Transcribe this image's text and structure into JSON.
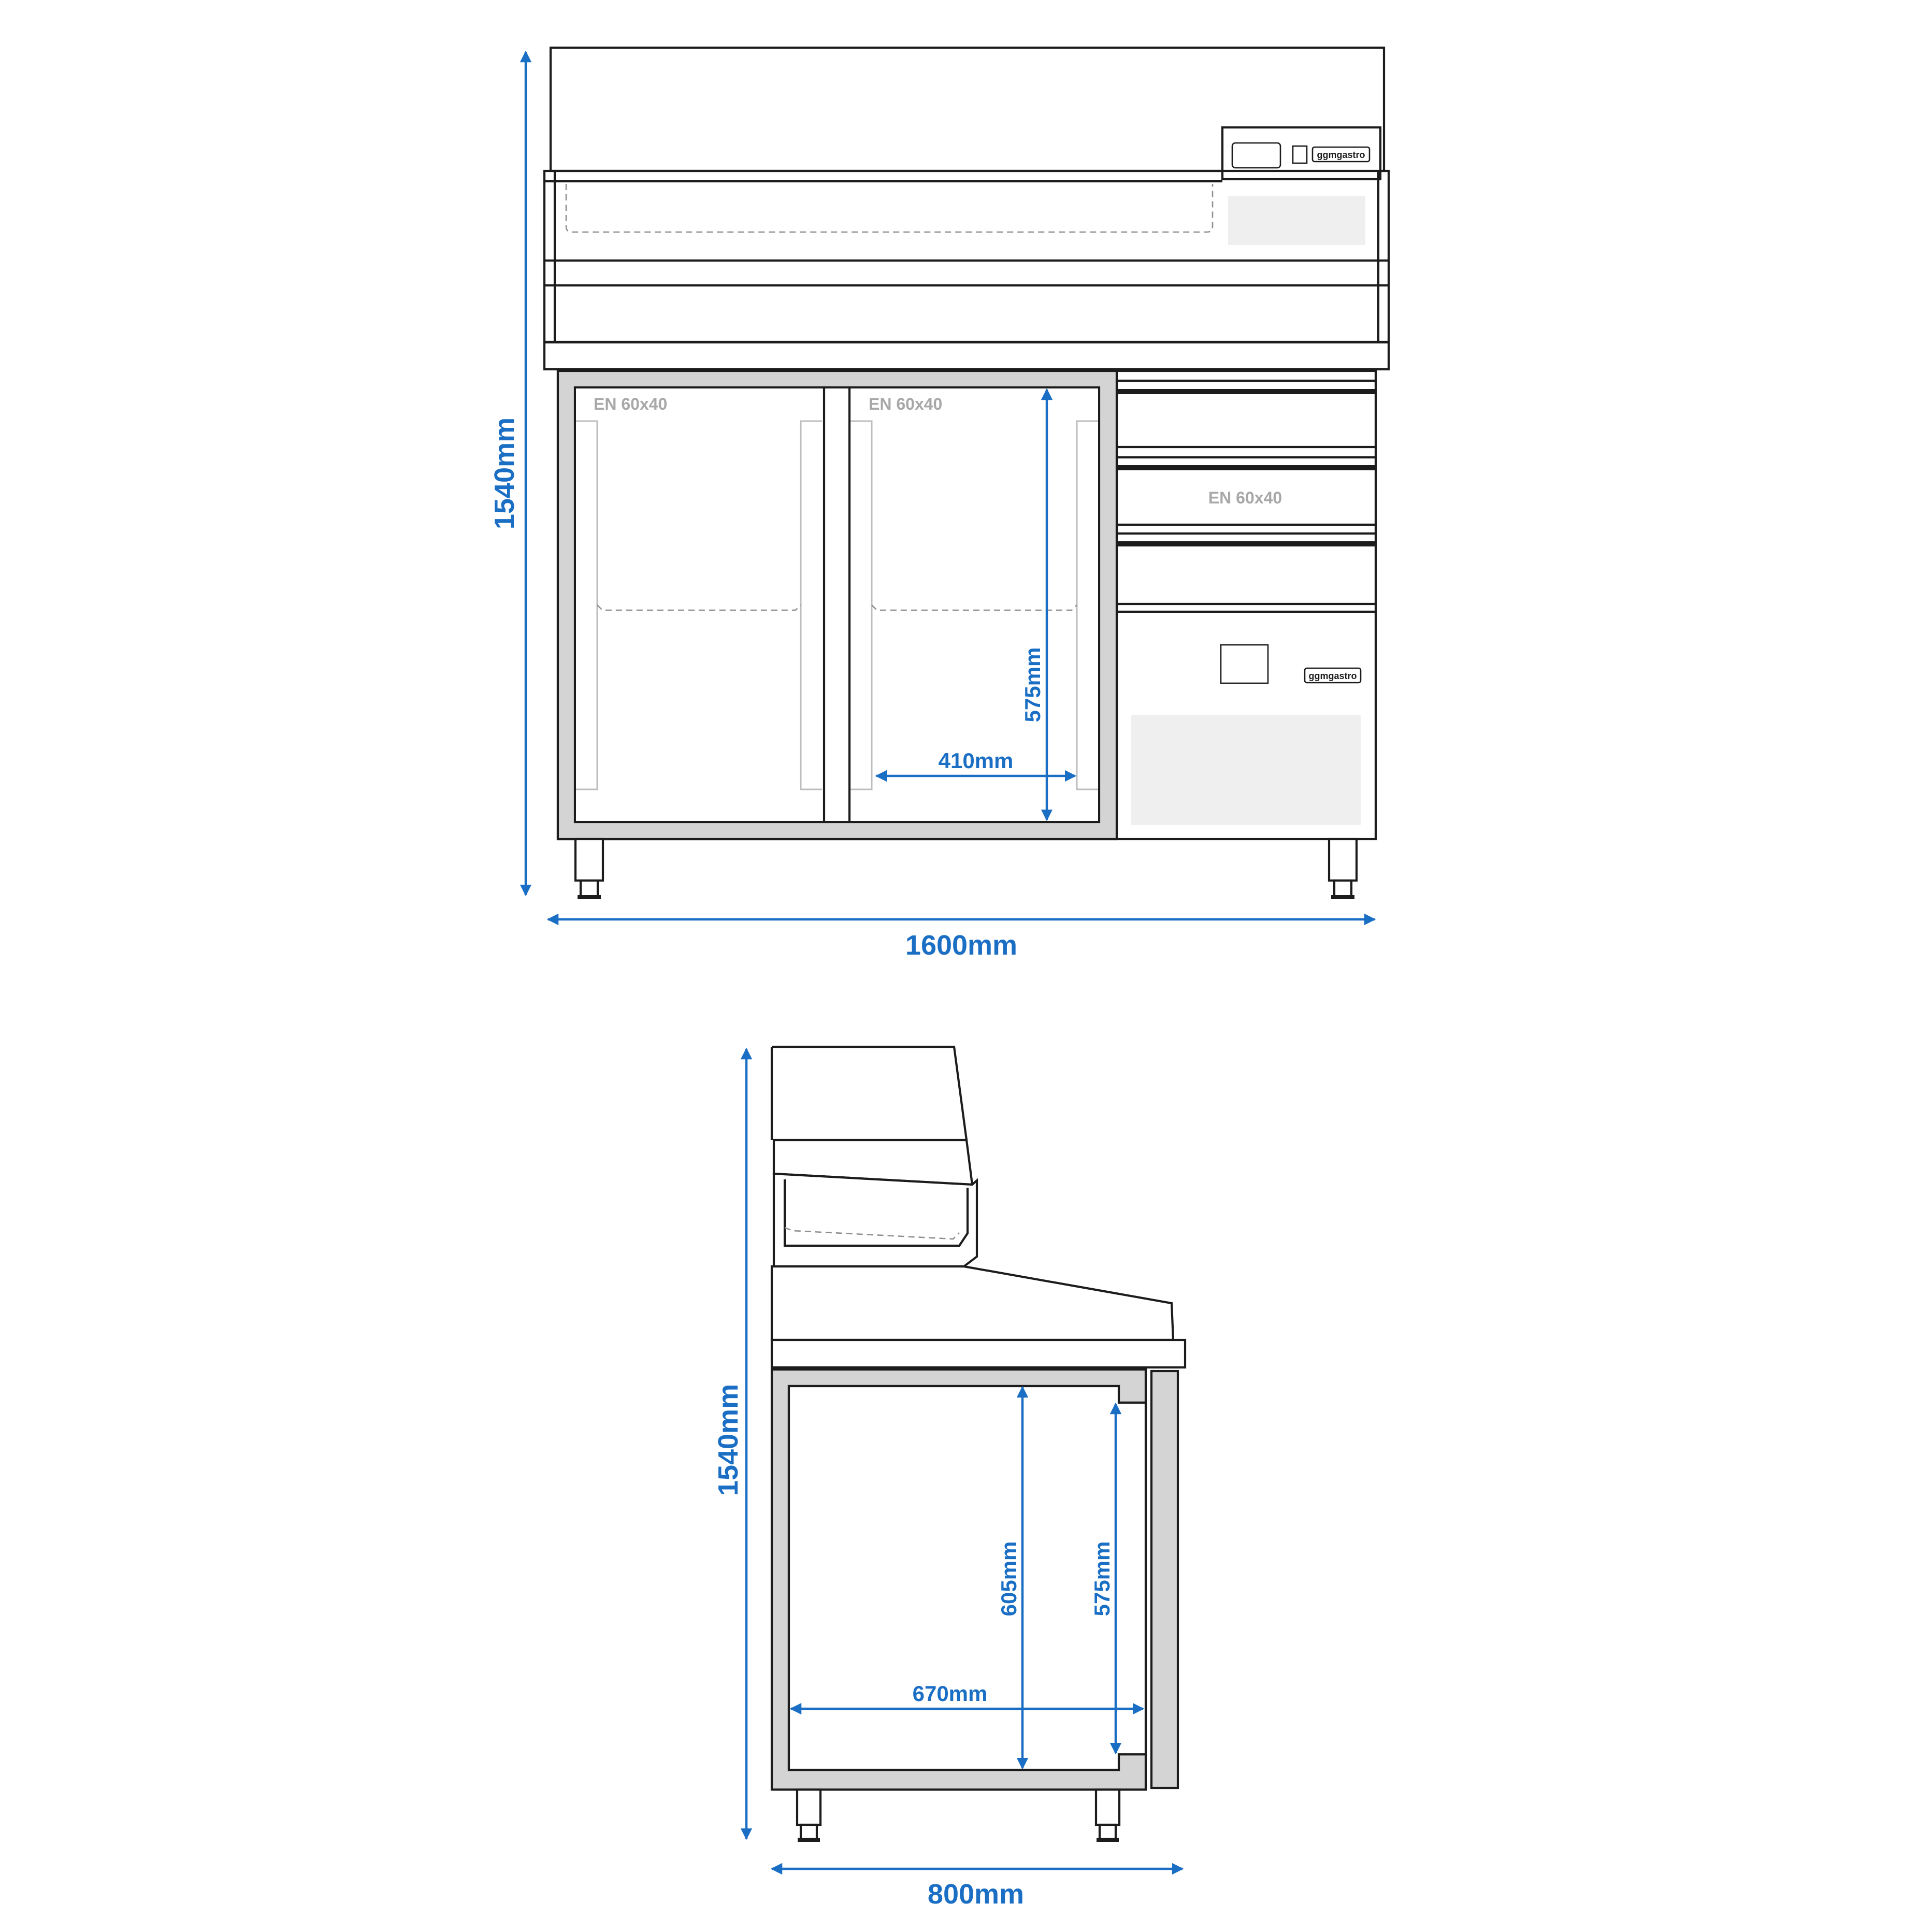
{
  "front_view": {
    "height_label": "1540mm",
    "width_label": "1600mm",
    "inner_height_label": "575mm",
    "inner_width_label": "410mm",
    "container_label_left": "EN 60x40",
    "container_label_right": "EN 60x40",
    "drawer_label": "EN 60x40",
    "brand_top": "ggmgastro",
    "brand_drawer": "ggmgastro"
  },
  "side_view": {
    "height_label": "1540mm",
    "depth_label": "800mm",
    "inner_height_label": "605mm",
    "inner_height_door_label": "575mm",
    "inner_depth_label": "670mm"
  },
  "colors": {
    "dimension": "#1a6fc4",
    "outline": "#1c1c1c",
    "frame_fill": "#d4d4d4",
    "glass": "#efefef"
  }
}
